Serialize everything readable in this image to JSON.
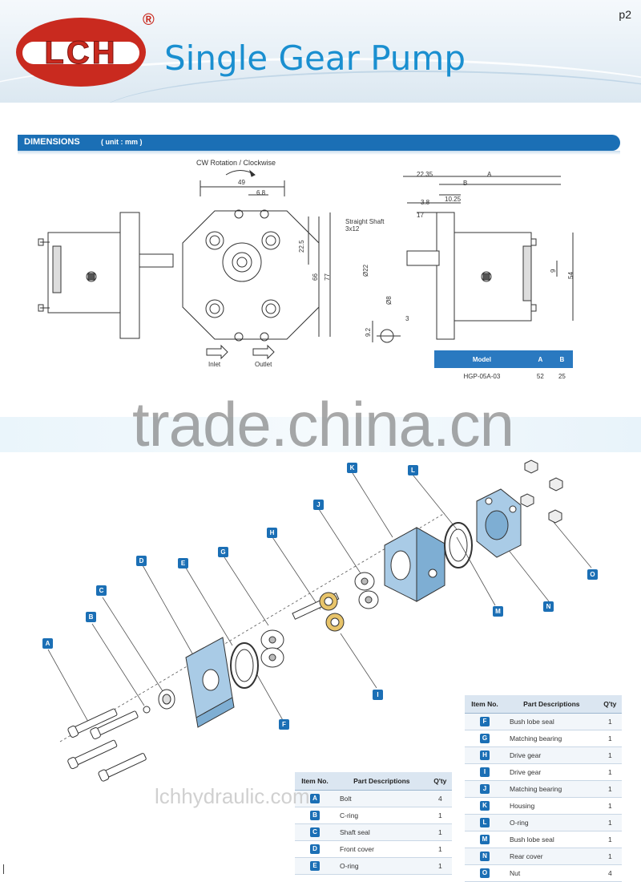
{
  "header": {
    "logo_text": "LCH",
    "logo_reg": "®",
    "title": "Single Gear Pump",
    "page": "p2"
  },
  "dims": {
    "bar_label": "DIMENSIONS",
    "unit_label": "( unit : mm )",
    "rotation_label": "CW Rotation / Clockwise",
    "inlet_label": "Inlet",
    "outlet_label": "Outlet",
    "shaft_label_1": "Straight Shaft",
    "shaft_label_2": "3x12",
    "d49": "49",
    "d6_8": "6.8",
    "d22_5": "22.5",
    "d66": "66",
    "d77": "77",
    "d22_35": "22.35",
    "dA": "A",
    "dB": "B",
    "d3_8": "3.8",
    "d10_25": "10.25",
    "d17": "17",
    "d9": "9",
    "d54": "54",
    "d22dia": "Ø22",
    "d8dia": "Ø8",
    "d9_2": "9.2",
    "d3": "3"
  },
  "model_table": {
    "headers": [
      "Model",
      "A",
      "B"
    ],
    "rows": [
      [
        "HGP-05A-03",
        "52",
        "25"
      ]
    ]
  },
  "watermark": "trade.china.cn",
  "watermark2": "lchhydraulic.com",
  "parts_left": {
    "headers": [
      "Item No.",
      "Part Descriptions",
      "Q'ty"
    ],
    "rows": [
      {
        "no": "A",
        "desc": "Bolt",
        "qty": "4"
      },
      {
        "no": "B",
        "desc": "C-ring",
        "qty": "1"
      },
      {
        "no": "C",
        "desc": "Shaft seal",
        "qty": "1"
      },
      {
        "no": "D",
        "desc": "Front cover",
        "qty": "1"
      },
      {
        "no": "E",
        "desc": "O-ring",
        "qty": "1"
      }
    ]
  },
  "parts_right": {
    "headers": [
      "Item No.",
      "Part Descriptions",
      "Q'ty"
    ],
    "rows": [
      {
        "no": "F",
        "desc": "Bush lobe seal",
        "qty": "1"
      },
      {
        "no": "G",
        "desc": "Matching bearing",
        "qty": "1"
      },
      {
        "no": "H",
        "desc": "Drive gear",
        "qty": "1"
      },
      {
        "no": "I",
        "desc": "Drive gear",
        "qty": "1"
      },
      {
        "no": "J",
        "desc": "Matching bearing",
        "qty": "1"
      },
      {
        "no": "K",
        "desc": "Housing",
        "qty": "1"
      },
      {
        "no": "L",
        "desc": "O-ring",
        "qty": "1"
      },
      {
        "no": "M",
        "desc": "Bush lobe seal",
        "qty": "1"
      },
      {
        "no": "N",
        "desc": "Rear cover",
        "qty": "1"
      },
      {
        "no": "O",
        "desc": "Nut",
        "qty": "4"
      }
    ]
  },
  "tags": [
    "A",
    "B",
    "C",
    "D",
    "E",
    "F",
    "G",
    "H",
    "I",
    "J",
    "K",
    "L",
    "M",
    "N",
    "O"
  ],
  "colors": {
    "accent": "#1b6fb5",
    "brand_red": "#c92a1f",
    "title_blue": "#1a8fd0",
    "part_blue": "#a9cbe6"
  }
}
